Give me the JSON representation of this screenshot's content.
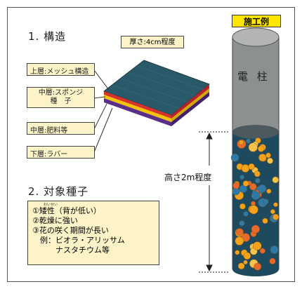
{
  "structure": {
    "heading": "1. 構造",
    "thickness": "厚さ:4cm程度",
    "layers": [
      {
        "text": "上層:メッシュ構造"
      },
      {
        "text": "中層:スポンジ\n種　子"
      },
      {
        "text": "中層:肥料等"
      },
      {
        "text": "下層:ラバー"
      }
    ]
  },
  "example": {
    "label": "施工例",
    "pole_label": "電 柱",
    "height_label": "高さ2m程度"
  },
  "species": {
    "heading": "2. 対象種子",
    "ruby": "わいせい",
    "items": [
      "①矮性（背が低い）",
      "②乾燥に強い",
      "③花の咲く期間が長い",
      "　例：ビオラ・アリッサム",
      "　　　ナスタチウム等"
    ]
  },
  "colors": {
    "mat_top": "#1c4a5a",
    "mat_stripe1": "#d8332a",
    "mat_stripe2": "#f2c300",
    "mat_stripe3": "#5a2f8a",
    "pole_gray": "#8d9090",
    "pole_base": "#1e4a60",
    "flower_orange": "#f3a21a",
    "flower_blue": "#2c7aa8"
  }
}
